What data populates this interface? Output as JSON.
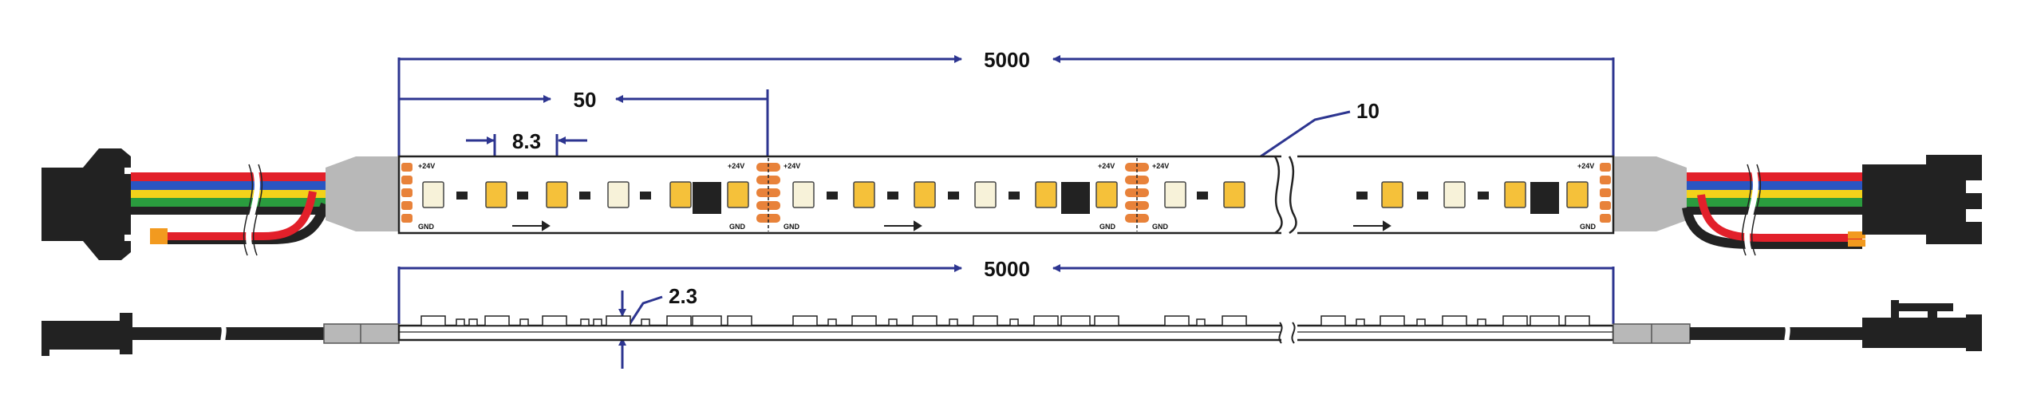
{
  "dimensions": {
    "total_length_top": "5000",
    "segment_length": "50",
    "led_pitch": "8.3",
    "strip_width": "10",
    "total_length_side": "5000",
    "strip_thickness": "2.3"
  },
  "pad_labels": {
    "positive": "+24V",
    "ground": "GND",
    "ground_overlapped": "GND"
  },
  "colors": {
    "dimension_line": "#2d3590",
    "connector": "#222222",
    "pad": "#e8823a",
    "led_warm": "#f5c13a",
    "led_cool": "#f7f2d9",
    "wire_red": "#e2202a",
    "wire_orange": "#f29a1f",
    "wire_blue": "#2a55c2",
    "wire_green": "#2a9c3e",
    "wire_yellow": "#f3d21a",
    "wire_black": "#222222",
    "shrink_tube": "#b8b8b8"
  },
  "icons": [
    "arrow-right-icon",
    "ic-chip-icon",
    "cut-mark-icon",
    "break-mark-icon"
  ]
}
